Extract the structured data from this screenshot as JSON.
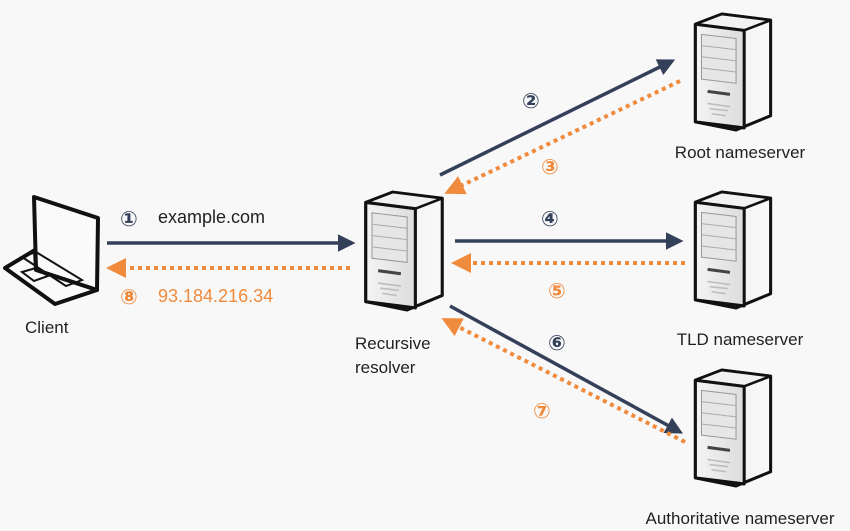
{
  "colors": {
    "request": "#34405a",
    "response": "#f08a3c",
    "background": "#f8f8f8"
  },
  "nodes": {
    "client": "Client",
    "resolver_line1": "Recursive",
    "resolver_line2": "resolver",
    "root": "Root nameserver",
    "tld": "TLD nameserver",
    "authoritative": "Authoritative nameserver"
  },
  "steps": [
    {
      "number": "①",
      "label": "example.com",
      "type": "request"
    },
    {
      "number": "②",
      "label": "",
      "type": "request"
    },
    {
      "number": "③",
      "label": "",
      "type": "response"
    },
    {
      "number": "④",
      "label": "",
      "type": "request"
    },
    {
      "number": "⑤",
      "label": "",
      "type": "response"
    },
    {
      "number": "⑥",
      "label": "",
      "type": "request"
    },
    {
      "number": "⑦",
      "label": "",
      "type": "response"
    },
    {
      "number": "⑧",
      "label": "93.184.216.34",
      "type": "response"
    }
  ]
}
